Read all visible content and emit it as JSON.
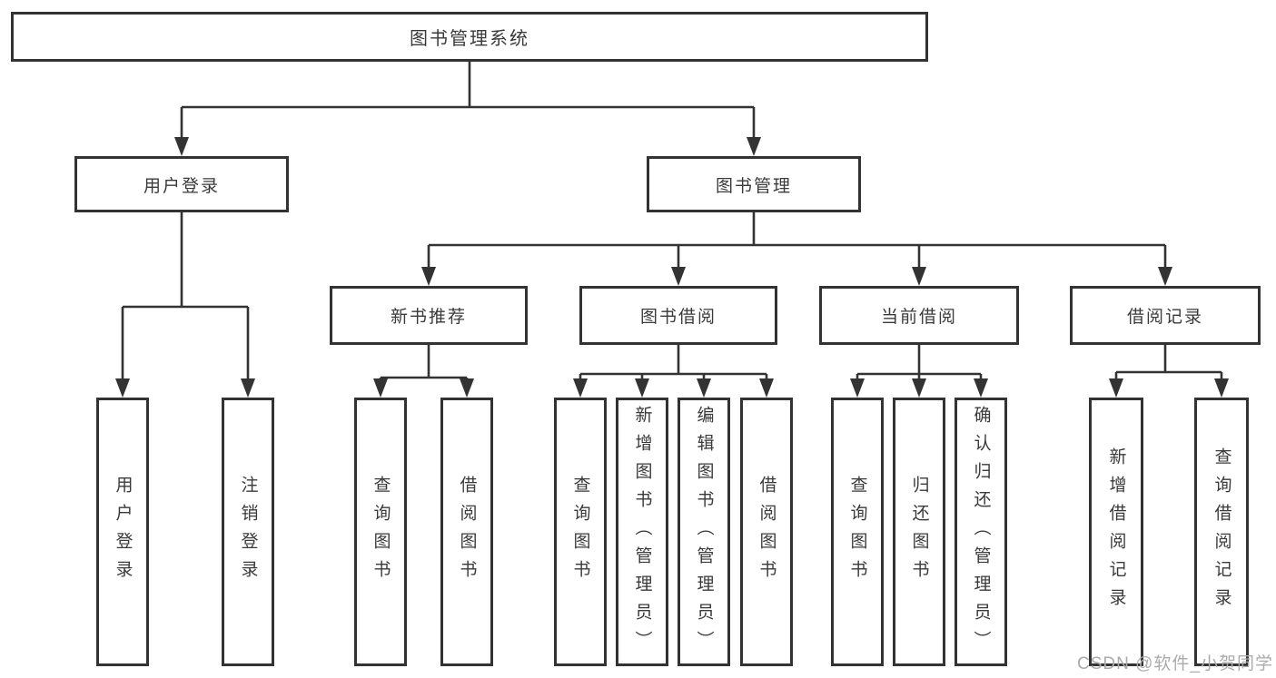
{
  "diagram_type": "hierarchy",
  "tree": {
    "label": "图书管理系统",
    "children": [
      {
        "label": "用户登录",
        "children": [
          {
            "label": "用户登录"
          },
          {
            "label": "注销登录"
          }
        ]
      },
      {
        "label": "图书管理",
        "children": [
          {
            "label": "新书推荐",
            "children": [
              {
                "label": "查询图书"
              },
              {
                "label": "借阅图书"
              }
            ]
          },
          {
            "label": "图书借阅",
            "children": [
              {
                "label": "查询图书"
              },
              {
                "label": "新增图书（管理员）"
              },
              {
                "label": "编辑图书（管理员）"
              },
              {
                "label": "借阅图书"
              }
            ]
          },
          {
            "label": "当前借阅",
            "children": [
              {
                "label": "查询图书"
              },
              {
                "label": "归还图书"
              },
              {
                "label": "确认归还（管理员）"
              }
            ]
          },
          {
            "label": "借阅记录",
            "children": [
              {
                "label": "新增借阅记录"
              },
              {
                "label": "查询借阅记录"
              }
            ]
          }
        ]
      }
    ]
  },
  "watermark": "CSDN @软件_小贺同学",
  "colors": {
    "line": "#333333",
    "box_border": "#333333",
    "box_fill": "#ffffff",
    "text": "#3a3a3a",
    "watermark": "#ababab",
    "background": "#ffffff"
  }
}
